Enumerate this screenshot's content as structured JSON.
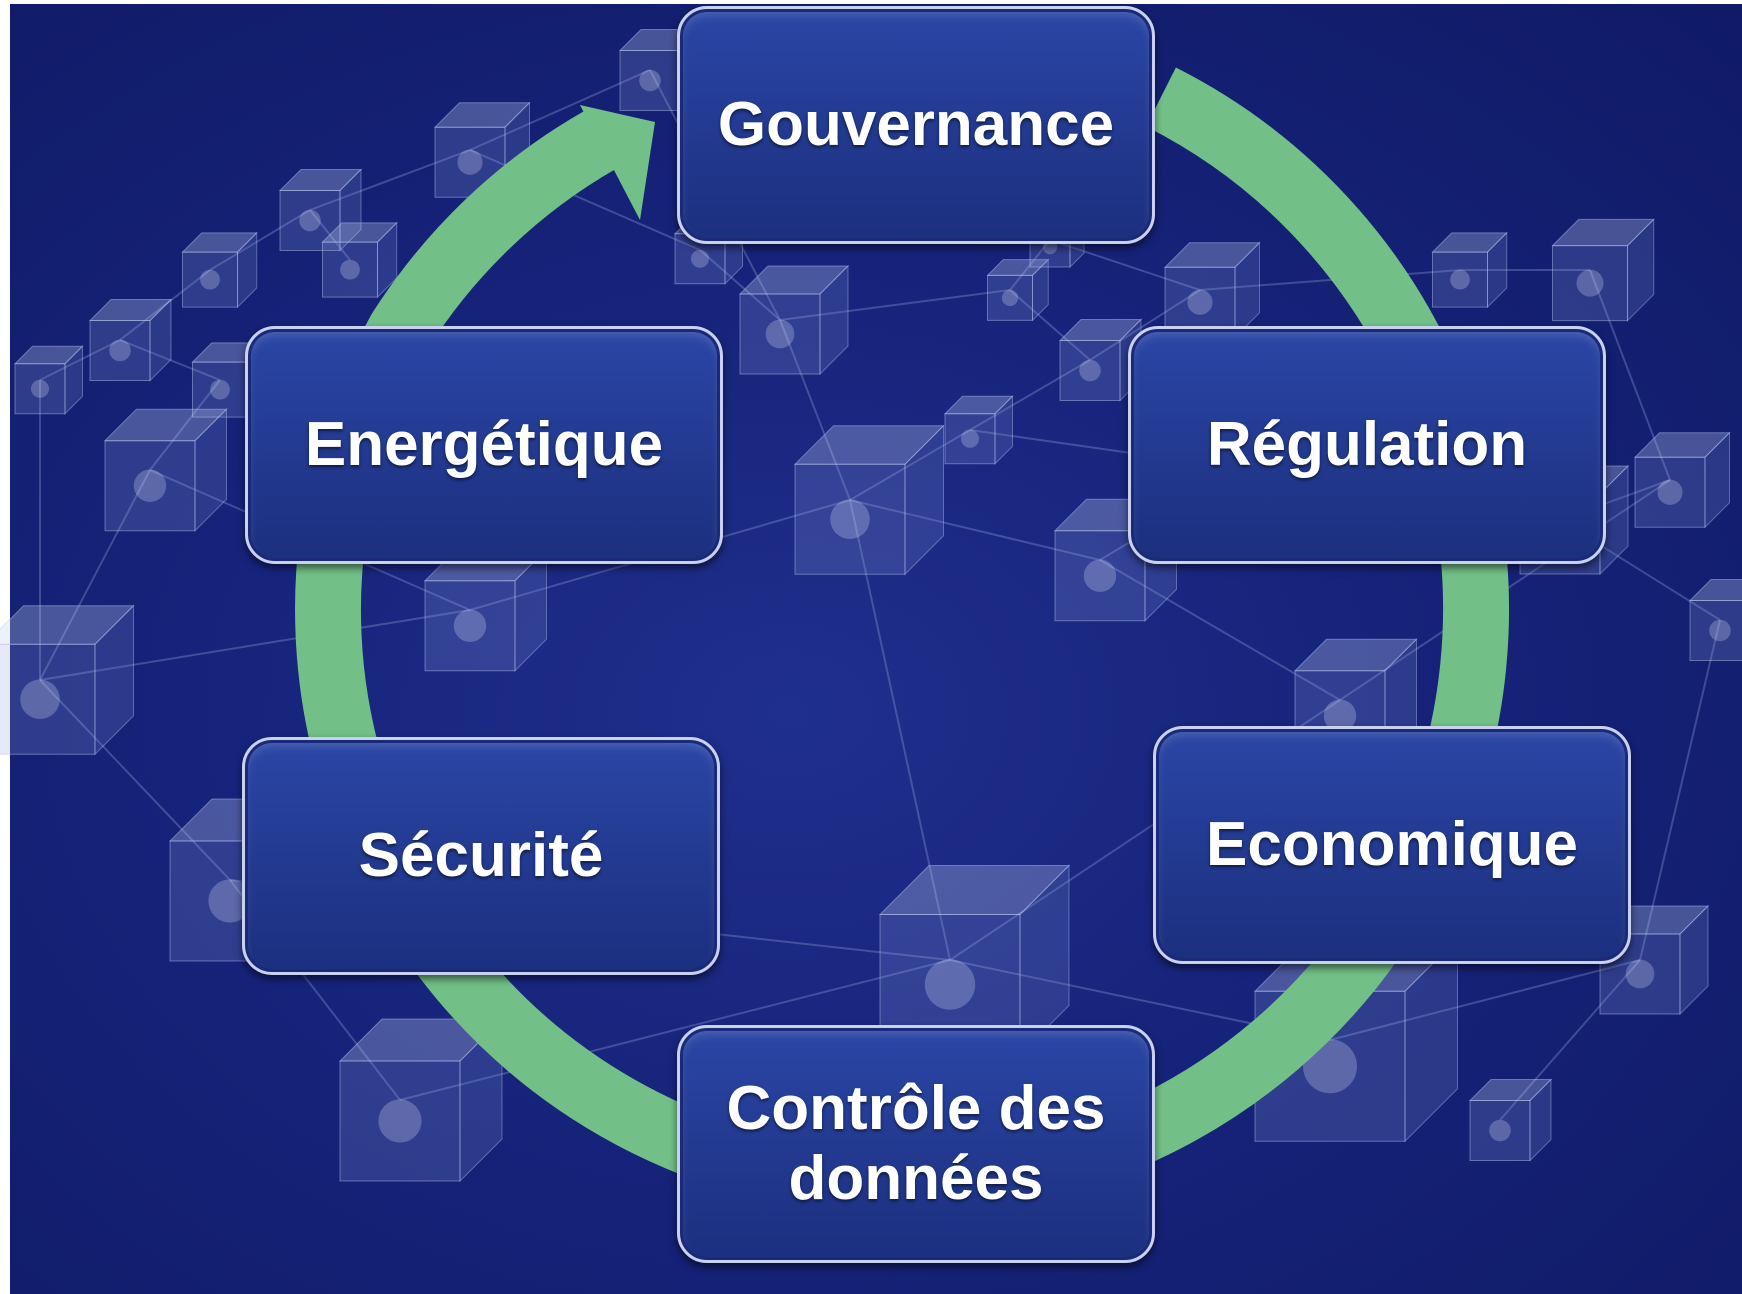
{
  "diagram": {
    "type": "cycle",
    "colors": {
      "background": "#16237a",
      "node_fill": "#22398f",
      "node_border": "#c8d1ef",
      "cycle_arrow": "#72c087",
      "node_text": "#ffffff"
    },
    "nodes": [
      {
        "id": "gouvernance",
        "label": "Gouvernance"
      },
      {
        "id": "regulation",
        "label": "Régulation"
      },
      {
        "id": "economique",
        "label": "Economique"
      },
      {
        "id": "controle",
        "label": "Contrôle des données"
      },
      {
        "id": "securite",
        "label": "Sécurité"
      },
      {
        "id": "energetique",
        "label": "Energétique"
      }
    ],
    "cycle_direction": "clockwise",
    "arrow_head_at": "gouvernance"
  }
}
